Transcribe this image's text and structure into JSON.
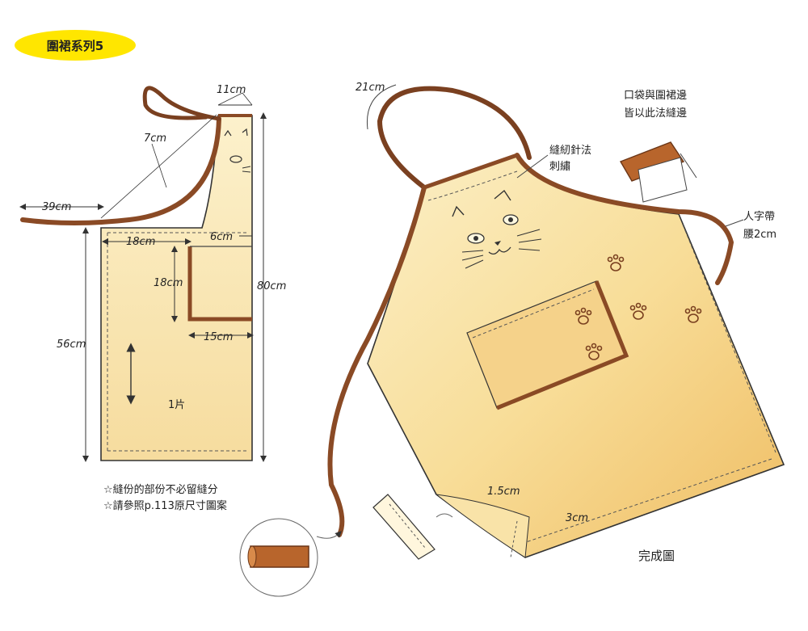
{
  "badge": {
    "label": "圍裙系列5"
  },
  "pattern": {
    "dims": {
      "top_width": "11cm",
      "strap": "7cm",
      "tie": "39cm",
      "pocket_offset": "18cm",
      "pocket_gap": "6cm",
      "pocket_height": "18cm",
      "total_height": "80cm",
      "lower_height": "56cm",
      "pocket_width": "15cm"
    },
    "piece_count": "1片"
  },
  "notes": [
    "☆縫份的部份不必留縫分",
    "☆請參照p.113原尺寸圖案"
  ],
  "finished": {
    "neck_strap": "21cm",
    "callout_topstitch": [
      "縫紉針法",
      "刺繡"
    ],
    "callout_pocket_edge": [
      "口袋與圍裙邊",
      "皆以此法縫邊"
    ],
    "callout_tie": [
      "人字帶",
      "腰2cm"
    ],
    "hem_side": "1.5cm",
    "hem_bottom": "3cm",
    "caption": "完成圖"
  }
}
